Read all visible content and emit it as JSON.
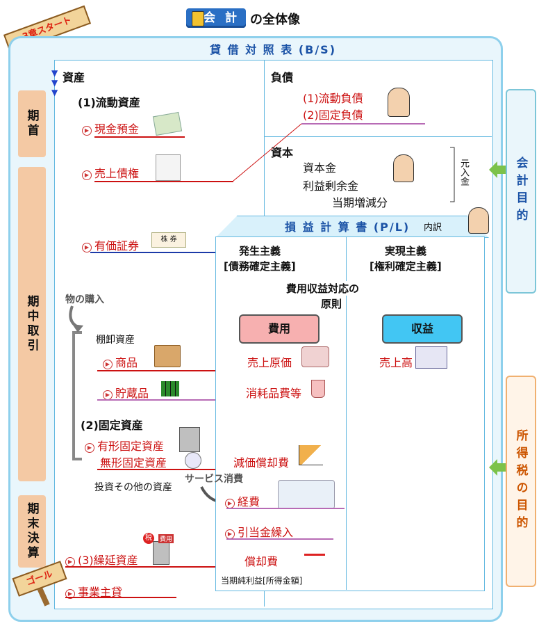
{
  "header": {
    "badge": "会 計",
    "title": "の全体像"
  },
  "signs": {
    "start": "3章スタート",
    "goal": "ゴール"
  },
  "bs": {
    "title": "貸 借 対 照 表 (B/S)"
  },
  "stages": [
    {
      "label": "期首"
    },
    {
      "label": "期中取引"
    },
    {
      "label": "期末決算"
    }
  ],
  "assets": {
    "heading": "資産",
    "current": "(1)流動資産",
    "cash": "現金預金",
    "receivables": "売上債権",
    "securities": "有価証券",
    "securities_stamp": "株 券",
    "purchase": "物の購入",
    "inventory": "棚卸資産",
    "goods": "商品",
    "supplies": "貯蔵品",
    "fixed": "(2)固定資産",
    "tangible": "有形固定資産",
    "intangible": "無形固定資産",
    "investments": "投資その他の資産",
    "deferred": "(3)繰延資産",
    "owner": "事業主貸",
    "tax_badge": "税",
    "fee_badge": "費用"
  },
  "liabilities": {
    "heading": "負債",
    "current": "(1)流動負債",
    "fixed": "(2)固定負債"
  },
  "capital": {
    "heading": "資本",
    "items": [
      "資本金",
      "利益剰余金",
      "当期増減分"
    ],
    "bracket": "元入金"
  },
  "pl": {
    "title": "損 益 計 算 書 (P/L)",
    "sub": "内訳",
    "accrual": "発生主義",
    "accrual_sub": "[債務確定主義]",
    "realization": "実現主義",
    "realization_sub": "[権利確定主義]",
    "matching_line1": "費用収益対応の",
    "matching_line2": "原則",
    "cost": "費用",
    "revenue": "収益",
    "cogs": "売上原価",
    "sales": "売上高",
    "consumables": "消耗品費等",
    "depreciation": "減価償却費",
    "service": "サービス消費",
    "expenses": "経費",
    "allowance": "引当金繰入",
    "amortization": "償却費",
    "net_income": "当期純利益[所得金額]"
  },
  "purposes": {
    "accounting": "会計目的",
    "tax": "所得税の目的"
  },
  "colors": {
    "frame": "#8ed0ec",
    "line": "#62b8e0",
    "stage": "#f4c9a4",
    "red": "#cc1111",
    "cost": "#f7b0b0",
    "revenue": "#42c6f3"
  }
}
